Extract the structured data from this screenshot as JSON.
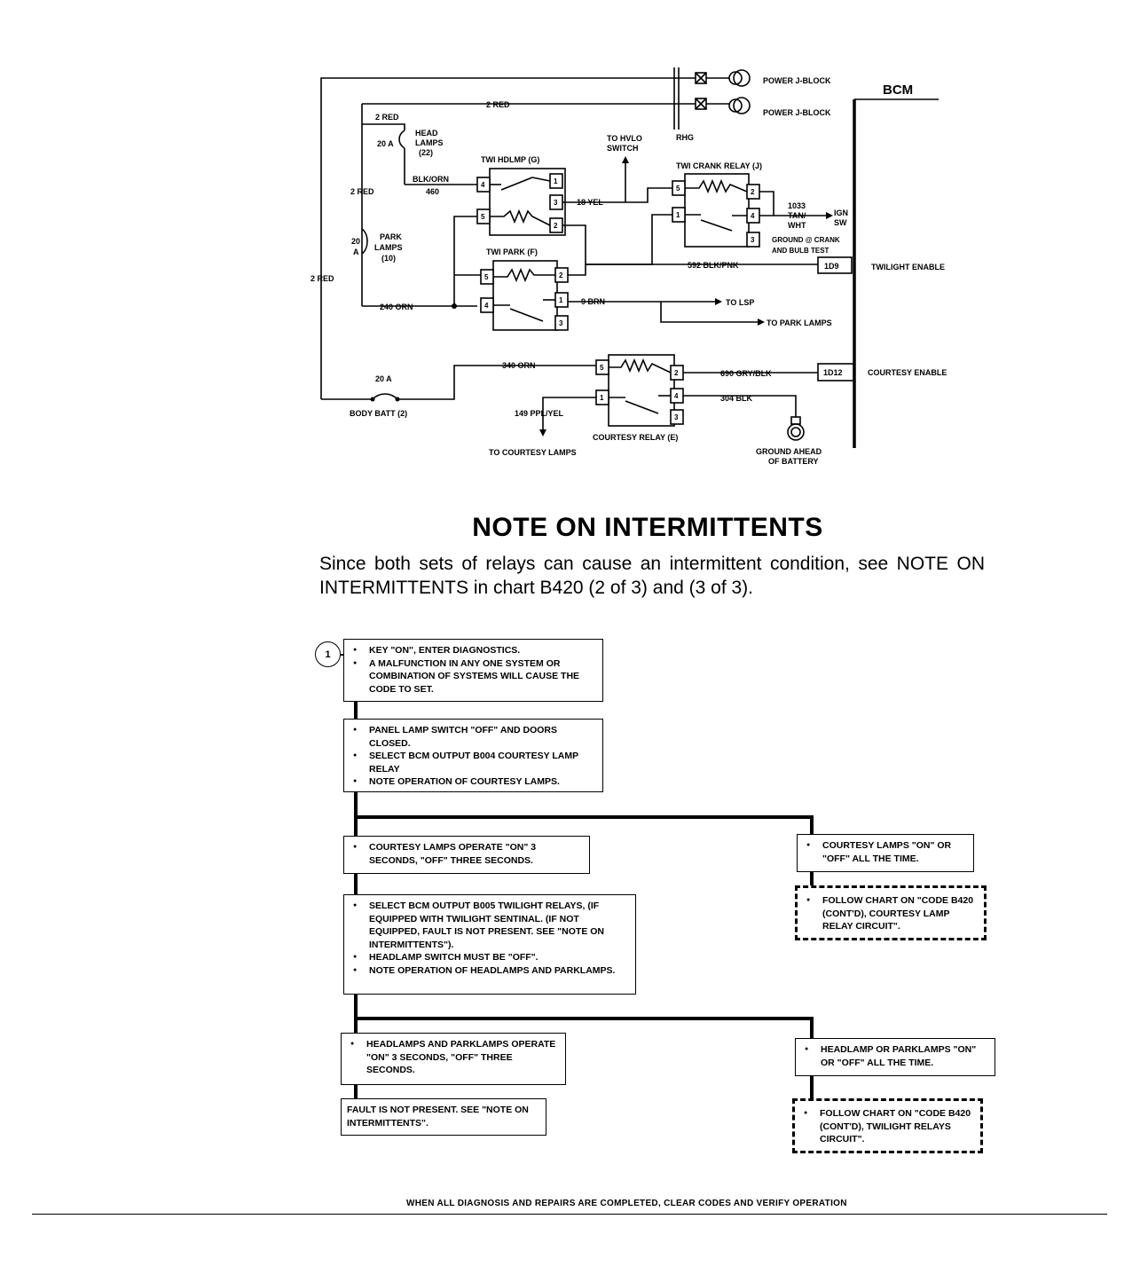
{
  "schematic": {
    "bcm_label": "BCM",
    "power_jblock_1": "POWER J-BLOCK",
    "power_jblock_2": "POWER J-BLOCK",
    "rhg": "RHG",
    "wire_2red_top": "2 RED",
    "wire_2red_head": "2 RED",
    "wire_2red_mid": "2 RED",
    "wire_2red_left": "2 RED",
    "head_fuse": "20 A",
    "head_lamps": [
      "HEAD",
      "LAMPS",
      "(22)"
    ],
    "park_fuse": [
      "20",
      "A"
    ],
    "park_lamps": [
      "PARK",
      "LAMPS",
      "(10)"
    ],
    "wire_blk_orn": "BLK/ORN",
    "wire_460": "460",
    "twi_hdlmp_relay": "TWI HDLMP (G)",
    "to_hvlo_switch": [
      "TO HVLO",
      "SWITCH"
    ],
    "wire_18yel": "18 YEL",
    "twi_crank_relay": "TWI CRANK RELAY (J)",
    "wire_1033": [
      "1033",
      "TAN/",
      "WHT"
    ],
    "ign_sw": [
      "IGN",
      "SW"
    ],
    "ground_note": [
      "GROUND @ CRANK",
      "AND BULB TEST"
    ],
    "wire_592": "592 BLK/PNK",
    "pin_1d9": "1D9",
    "twilight_enable": "TWILIGHT ENABLE",
    "twi_park_relay": "TWI PARK (F)",
    "wire_9brn": "9 BRN",
    "to_lsp": "TO LSP",
    "to_park_lamps": "TO PARK LAMPS",
    "wire_240orn": "240 ORN",
    "wire_340orn": "340 ORN",
    "body_fuse": "20 A",
    "body_batt": "BODY BATT (2)",
    "wire_690": "690 GRY/BLK",
    "pin_1d12": "1D12",
    "courtesy_enable": "COURTESY ENABLE",
    "wire_304": "304 BLK",
    "wire_149": "149 PPL/YEL",
    "courtesy_relay": "COURTESY RELAY (E)",
    "to_courtesy_lamps": "TO COURTESY LAMPS",
    "ground_ahead": [
      "GROUND AHEAD",
      "OF BATTERY"
    ]
  },
  "note": {
    "title": "NOTE ON INTERMITTENTS",
    "body": "Since both sets of relays can cause an intermittent condition, see NOTE ON INTERMITTENTS in chart B420 (2 of 3) and (3 of 3)."
  },
  "flow": {
    "step_number": "1",
    "box1": [
      "KEY \"ON\", ENTER DIAGNOSTICS.",
      "A MALFUNCTION IN ANY ONE SYSTEM OR COMBINATION OF SYSTEMS WILL CAUSE THE CODE TO SET."
    ],
    "box2": [
      "PANEL LAMP SWITCH \"OFF\" AND DOORS CLOSED.",
      "SELECT BCM OUTPUT B004 COURTESY LAMP RELAY",
      "NOTE OPERATION OF COURTESY LAMPS."
    ],
    "box3": [
      "COURTESY LAMPS OPERATE \"ON\" 3 SECONDS, \"OFF\" THREE SECONDS."
    ],
    "box3_right": [
      "COURTESY LAMPS \"ON\" OR \"OFF\" ALL THE TIME."
    ],
    "box3_right_follow": [
      "FOLLOW CHART ON \"CODE B420 (CONT'D), COURTESY LAMP RELAY CIRCUIT\"."
    ],
    "box4": [
      "SELECT BCM OUTPUT B005 TWILIGHT RELAYS, (IF EQUIPPED WITH TWILIGHT SENTINAL. (IF NOT EQUIPPED, FAULT IS NOT PRESENT. SEE \"NOTE ON INTERMITTENTS\").",
      "HEADLAMP SWITCH MUST BE \"OFF\".",
      "NOTE OPERATION OF HEADLAMPS AND PARKLAMPS."
    ],
    "box5": [
      "HEADLAMPS AND PARKLAMPS OPERATE \"ON\" 3 SECONDS, \"OFF\" THREE SECONDS."
    ],
    "box5_right": [
      "HEADLAMP OR PARKLAMPS \"ON\" OR \"OFF\" ALL THE TIME."
    ],
    "box5_right_follow": [
      "FOLLOW CHART ON \"CODE B420 (CONT'D), TWILIGHT RELAYS CIRCUIT\"."
    ],
    "box6": "FAULT IS NOT PRESENT. SEE \"NOTE ON INTERMITTENTS\"."
  },
  "footer": "WHEN ALL DIAGNOSIS AND REPAIRS ARE COMPLETED, CLEAR CODES AND VERIFY OPERATION"
}
